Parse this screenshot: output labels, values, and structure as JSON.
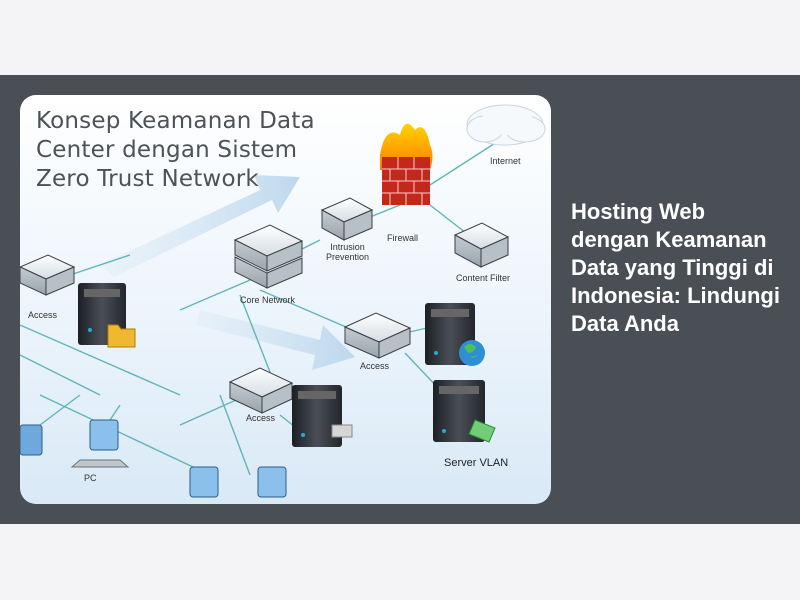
{
  "article": {
    "headline": "Hosting Web dengan Keamanan Data yang Tinggi di Indonesia: Lindungi Data Anda"
  },
  "diagram": {
    "title_lines": [
      "Konsep Keamanan Data",
      "Center dengan Sistem",
      "Zero Trust Network"
    ],
    "labels": {
      "internet": "Internet",
      "firewall": "Firewall",
      "intrusion_prevention": [
        "Intrusion",
        "Prevention"
      ],
      "content_filter": "Content Filter",
      "core_network": "Core Network",
      "access_top_left": "Access",
      "access_center": "Access",
      "access_lower": "Access",
      "pc": "PC",
      "server_vlan": "Server VLAN"
    }
  },
  "colors": {
    "background": "#f4f4f6",
    "band": "#4a4e55",
    "headline_text": "#ffffff",
    "diagram_title": "#4d5258",
    "network_line": "#5fb6b8"
  }
}
